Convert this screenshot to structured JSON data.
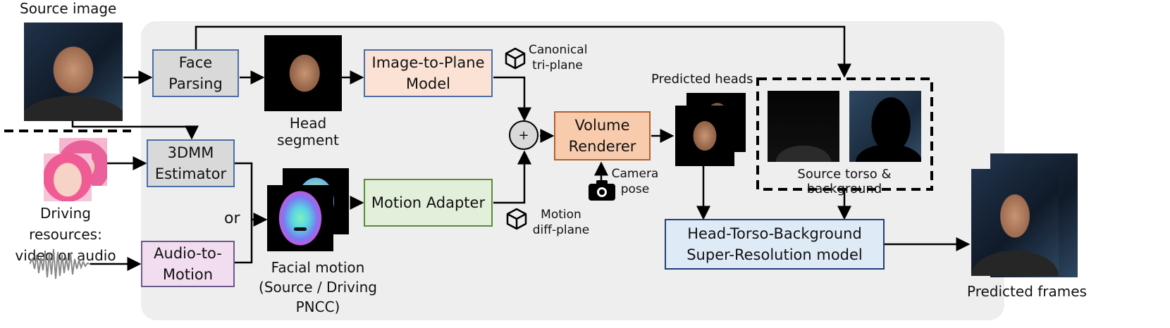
{
  "labels": {
    "source_image": "Source image",
    "head_segment": "Head segment",
    "driving": "Driving resources:\nvideo or audio",
    "or": "or",
    "facial_motion": "Facial motion\n(Source / Driving PNCC)",
    "canonical": "Canonical\ntri-plane",
    "motion_diff": "Motion\ndiff-plane",
    "predicted_heads": "Predicted heads",
    "camera_pose": "Camera\npose",
    "torso_bg": "Source torso & background",
    "predicted_frames": "Predicted frames",
    "plus": "+"
  },
  "boxes": {
    "face_parsing": "Face\nParsing",
    "image_to_plane": "Image-to-Plane\nModel",
    "estimator_3dmm": "3DMM\nEstimator",
    "audio_to_motion": "Audio-to-\nMotion",
    "motion_adapter": "Motion Adapter",
    "volume_renderer": "Volume\nRenderer",
    "super_resolution": "Head-Torso-Background\nSuper-Resolution model"
  },
  "colors": {
    "panel": "#eeeeee",
    "face_parsing": "#d9d9d9",
    "estimator_3dmm": "#d9d9d9",
    "image_to_plane": "#fbe2d5",
    "volume_renderer": "#f8cbad",
    "motion_adapter": "#e2efda",
    "audio_to_motion": "#f2dcf0",
    "super_resolution": "#deebf7"
  },
  "icons": [
    "cube-icon",
    "cube-icon",
    "camera-icon",
    "audio-waveform-icon",
    "plus-circle-icon"
  ]
}
